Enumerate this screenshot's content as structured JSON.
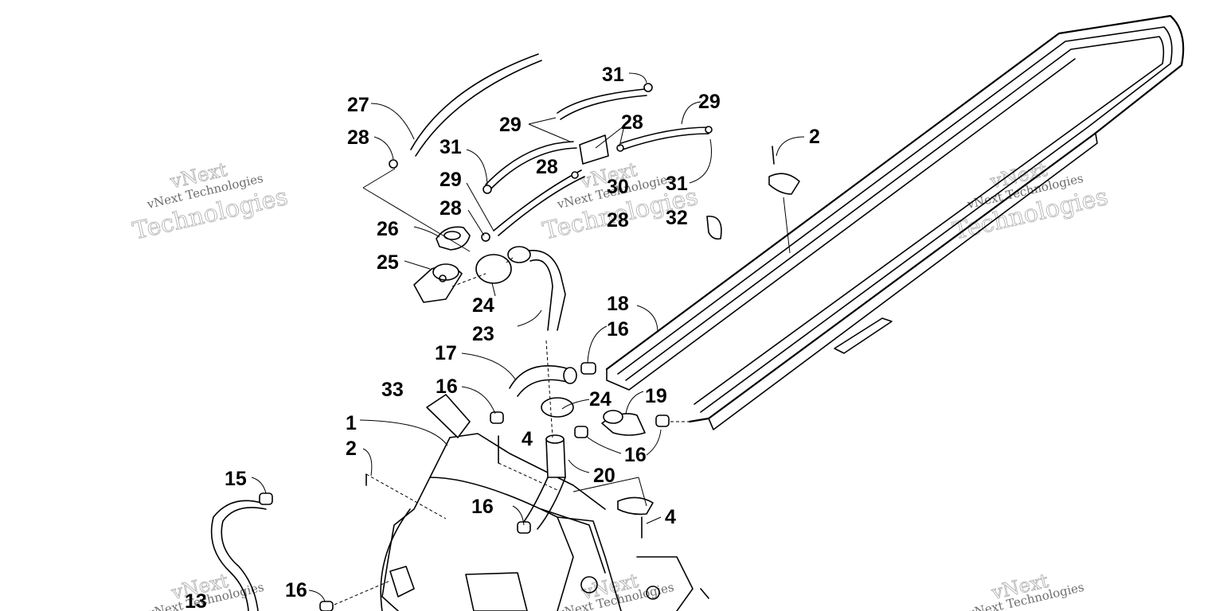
{
  "callouts": [
    {
      "id": "c1",
      "label": "1"
    },
    {
      "id": "c2a",
      "label": "2"
    },
    {
      "id": "c2b",
      "label": "2"
    },
    {
      "id": "c4a",
      "label": "4"
    },
    {
      "id": "c4b",
      "label": "4"
    },
    {
      "id": "c13",
      "label": "13"
    },
    {
      "id": "c15",
      "label": "15"
    },
    {
      "id": "c16a",
      "label": "16"
    },
    {
      "id": "c16b",
      "label": "16"
    },
    {
      "id": "c16c",
      "label": "16"
    },
    {
      "id": "c16d",
      "label": "16"
    },
    {
      "id": "c16e",
      "label": "16"
    },
    {
      "id": "c17",
      "label": "17"
    },
    {
      "id": "c18",
      "label": "18"
    },
    {
      "id": "c19",
      "label": "19"
    },
    {
      "id": "c20",
      "label": "20"
    },
    {
      "id": "c23",
      "label": "23"
    },
    {
      "id": "c24a",
      "label": "24"
    },
    {
      "id": "c24b",
      "label": "24"
    },
    {
      "id": "c25",
      "label": "25"
    },
    {
      "id": "c26",
      "label": "26"
    },
    {
      "id": "c27",
      "label": "27"
    },
    {
      "id": "c28a",
      "label": "28"
    },
    {
      "id": "c28b",
      "label": "28"
    },
    {
      "id": "c28c",
      "label": "28"
    },
    {
      "id": "c28d",
      "label": "28"
    },
    {
      "id": "c28e",
      "label": "28"
    },
    {
      "id": "c29a",
      "label": "29"
    },
    {
      "id": "c29b",
      "label": "29"
    },
    {
      "id": "c29c",
      "label": "29"
    },
    {
      "id": "c30",
      "label": "30"
    },
    {
      "id": "c31a",
      "label": "31"
    },
    {
      "id": "c31b",
      "label": "31"
    },
    {
      "id": "c31c",
      "label": "31"
    },
    {
      "id": "c32",
      "label": "32"
    },
    {
      "id": "c33",
      "label": "33"
    }
  ],
  "watermark": {
    "brand": "vNext",
    "company": "vNext Technologies",
    "tech": "Technologies"
  }
}
